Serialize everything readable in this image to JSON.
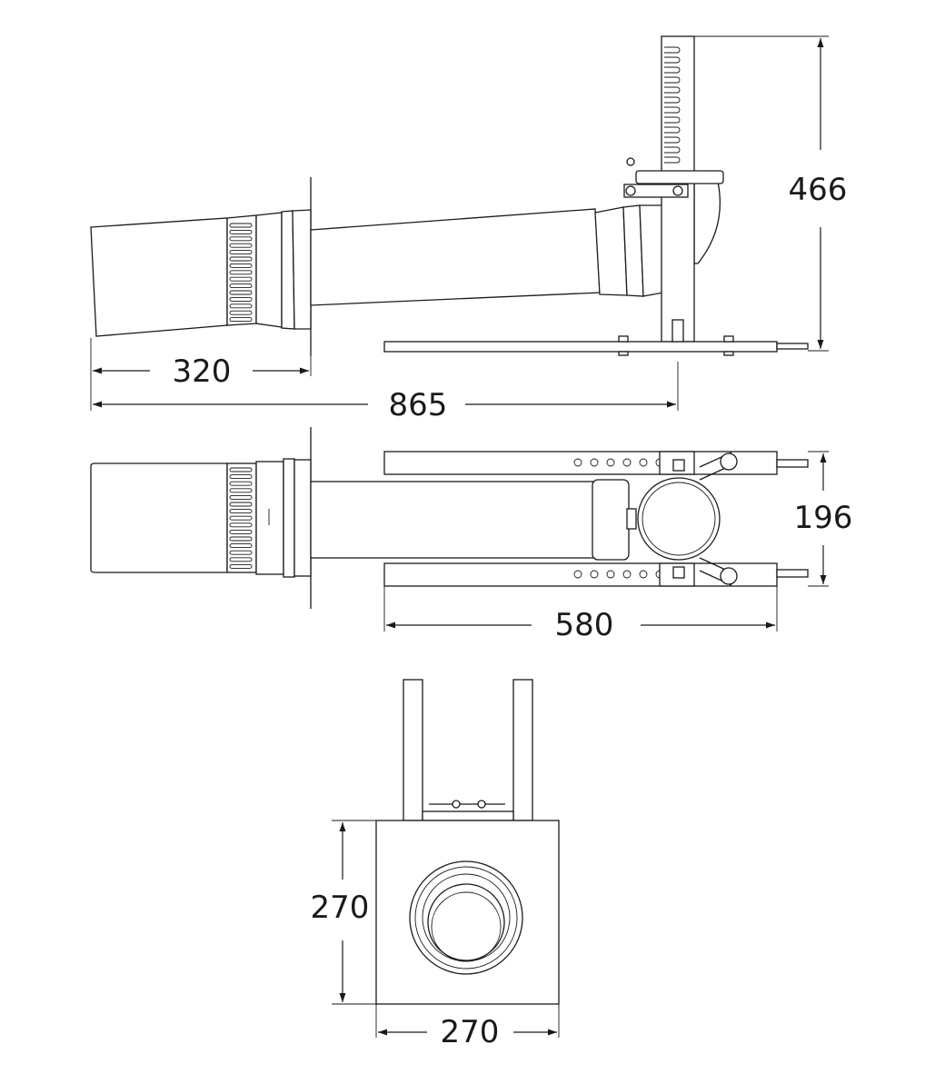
{
  "drawing": {
    "dimensions": {
      "side_height": "466",
      "side_front_length": "320",
      "side_total_length": "865",
      "top_width": "196",
      "top_bracket_length": "580",
      "front_height": "270",
      "front_width": "270"
    }
  }
}
